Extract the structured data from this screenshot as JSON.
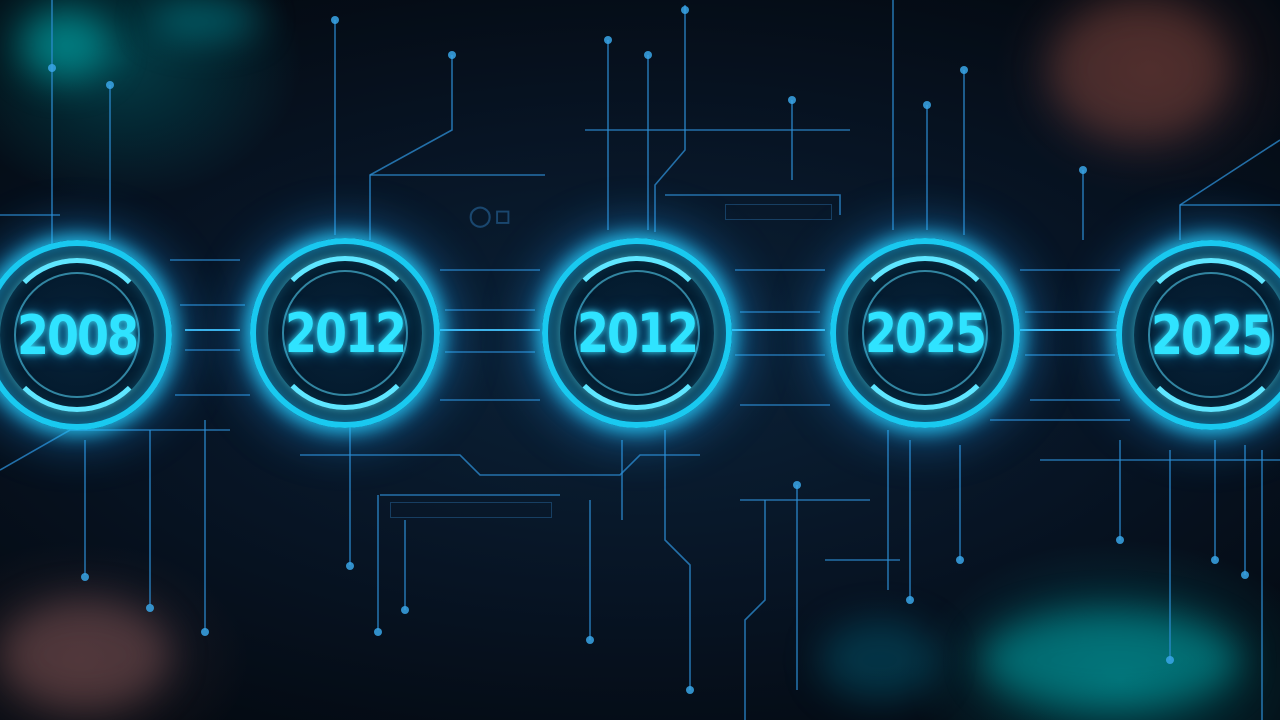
{
  "timeline": {
    "items": [
      {
        "year": "2008"
      },
      {
        "year": "2012"
      },
      {
        "year": "2012"
      },
      {
        "year": "2025"
      },
      {
        "year": "2025"
      }
    ]
  },
  "colors": {
    "background": "#050b14",
    "glow": "#19c9f0",
    "text": "#2fe3ff",
    "trace": "#2d8fd6"
  }
}
